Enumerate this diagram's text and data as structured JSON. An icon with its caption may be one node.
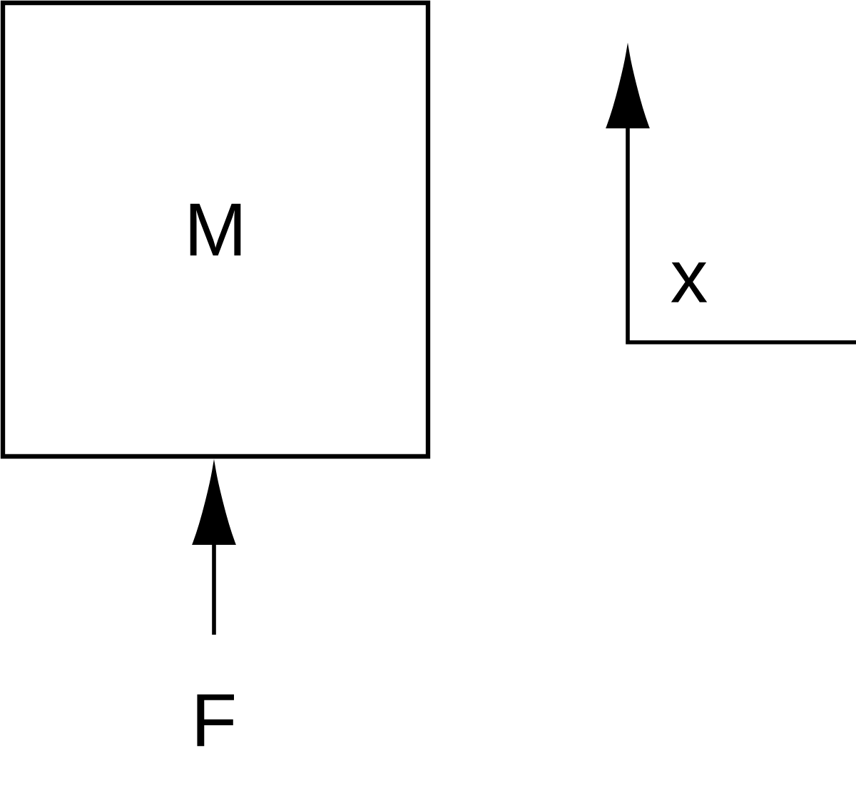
{
  "diagram": {
    "nodes": [
      {
        "text": [
          "M"
        ]
      }
    ],
    "labels": [
      "x",
      "F"
    ]
  }
}
